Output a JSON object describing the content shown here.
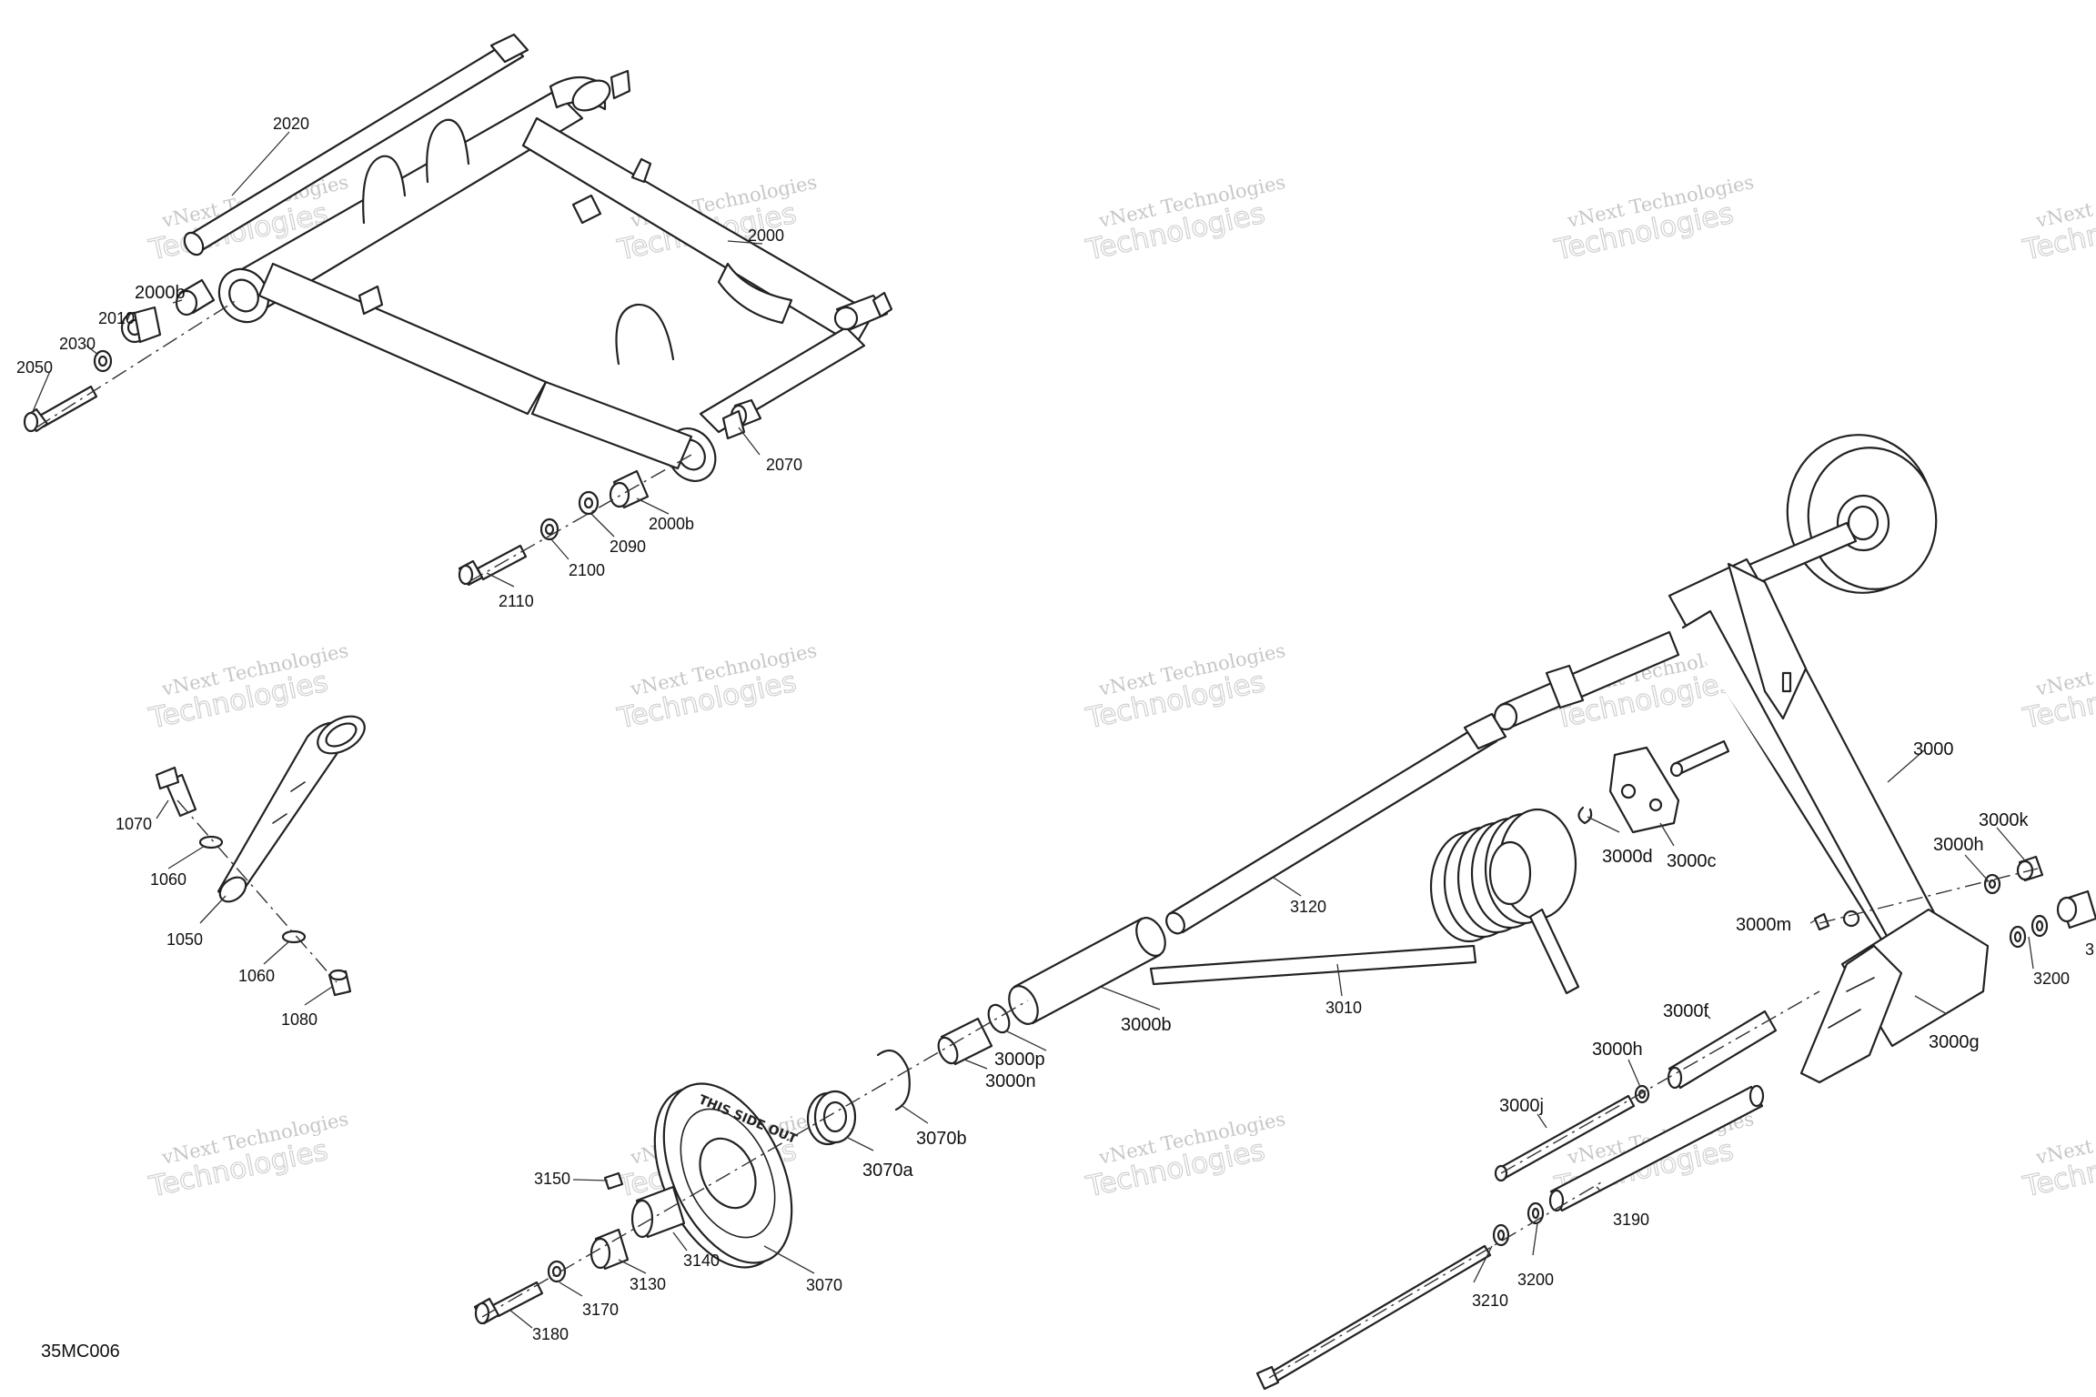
{
  "diagram": {
    "figure_code": "35MC006",
    "callouts": {
      "c2020": "2020",
      "c2000": "2000",
      "c2000b_top": "2000b",
      "c2010": "2010",
      "c2030": "2030",
      "c2050": "2050",
      "c2070": "2070",
      "c2000b_mid": "2000b",
      "c2090": "2090",
      "c2100": "2100",
      "c2110": "2110",
      "c1070": "1070",
      "c1060a": "1060",
      "c1050": "1050",
      "c1060b": "1060",
      "c1080": "1080",
      "c3000": "3000",
      "c3000k": "3000k",
      "c3000h_a": "3000h",
      "c3000m": "3000m",
      "c3200_a": "3200",
      "c3_cut": "3",
      "c3000g": "3000g",
      "c3000f": "3000f",
      "c3000h_b": "3000h",
      "c3000j": "3000j",
      "c3190": "3190",
      "c3200_b": "3200",
      "c3210": "3210",
      "c3000d": "3000d",
      "c3000c": "3000c",
      "c3120": "3120",
      "c3010": "3010",
      "c3000b": "3000b",
      "c3000p": "3000p",
      "c3000n": "3000n",
      "c3070b": "3070b",
      "c3070a": "3070a",
      "c3070": "3070",
      "c3150": "3150",
      "c3140": "3140",
      "c3130": "3130",
      "c3170": "3170",
      "c3180": "3180"
    },
    "wheel_text": "THIS SIDE OUT",
    "watermark": {
      "line1": "vNext Technologies",
      "line2": "Technologies",
      "top": "vNext"
    }
  }
}
